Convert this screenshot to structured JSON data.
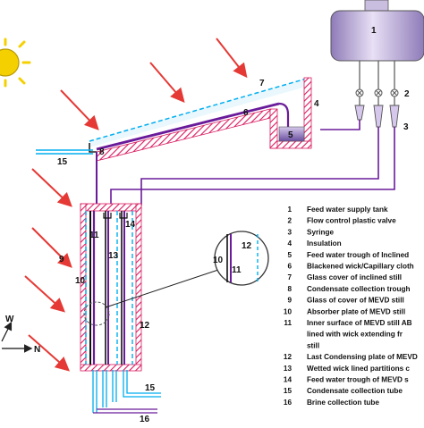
{
  "callouts": {
    "n1": "1",
    "n2": "2",
    "n3": "3",
    "n4": "4",
    "n5": "5",
    "n6": "6",
    "n7": "7",
    "n8": "8",
    "n9": "9",
    "n10": "10",
    "n10b": "10",
    "n11": "11",
    "n11b": "11",
    "n12": "12",
    "n12b": "12",
    "n13": "13",
    "n14": "14",
    "n15a": "15",
    "n15b": "15",
    "n16": "16"
  },
  "compass": {
    "west": "W",
    "north": "N"
  },
  "legend": [
    {
      "num": "1",
      "text": "Feed water supply tank"
    },
    {
      "num": "2",
      "text": "Flow control plastic valve"
    },
    {
      "num": "3",
      "text": "Syringe"
    },
    {
      "num": "4",
      "text": "Insulation"
    },
    {
      "num": "5",
      "text": "Feed water trough of Inclined"
    },
    {
      "num": "6",
      "text": "Blackened wick/Capillary cloth"
    },
    {
      "num": "7",
      "text": "Glass cover of inclined still"
    },
    {
      "num": "8",
      "text": "Condensate collection trough"
    },
    {
      "num": "9",
      "text": "Glass of cover of MEVD still"
    },
    {
      "num": "10",
      "text": "Absorber plate of MEVD still"
    },
    {
      "num": "11",
      "text": "Inner surface of MEVD still AB"
    },
    {
      "num": "",
      "text": "lined with wick extending fr"
    },
    {
      "num": "",
      "text": "still"
    },
    {
      "num": "12",
      "text": "Last Condensing plate of MEVD"
    },
    {
      "num": "13",
      "text": "Wetted wick lined partitions c"
    },
    {
      "num": "14",
      "text": "Feed water trough of MEVD s"
    },
    {
      "num": "15",
      "text": "Condensate collection tube"
    },
    {
      "num": "16",
      "text": "Brine collection tube"
    }
  ],
  "colors": {
    "wick": "#6a1b9a",
    "tank": "#b8a4d9",
    "glass": "#00aeef",
    "insulation": "#d81b60",
    "ray": "#e53935",
    "sun": "#f5d000"
  }
}
